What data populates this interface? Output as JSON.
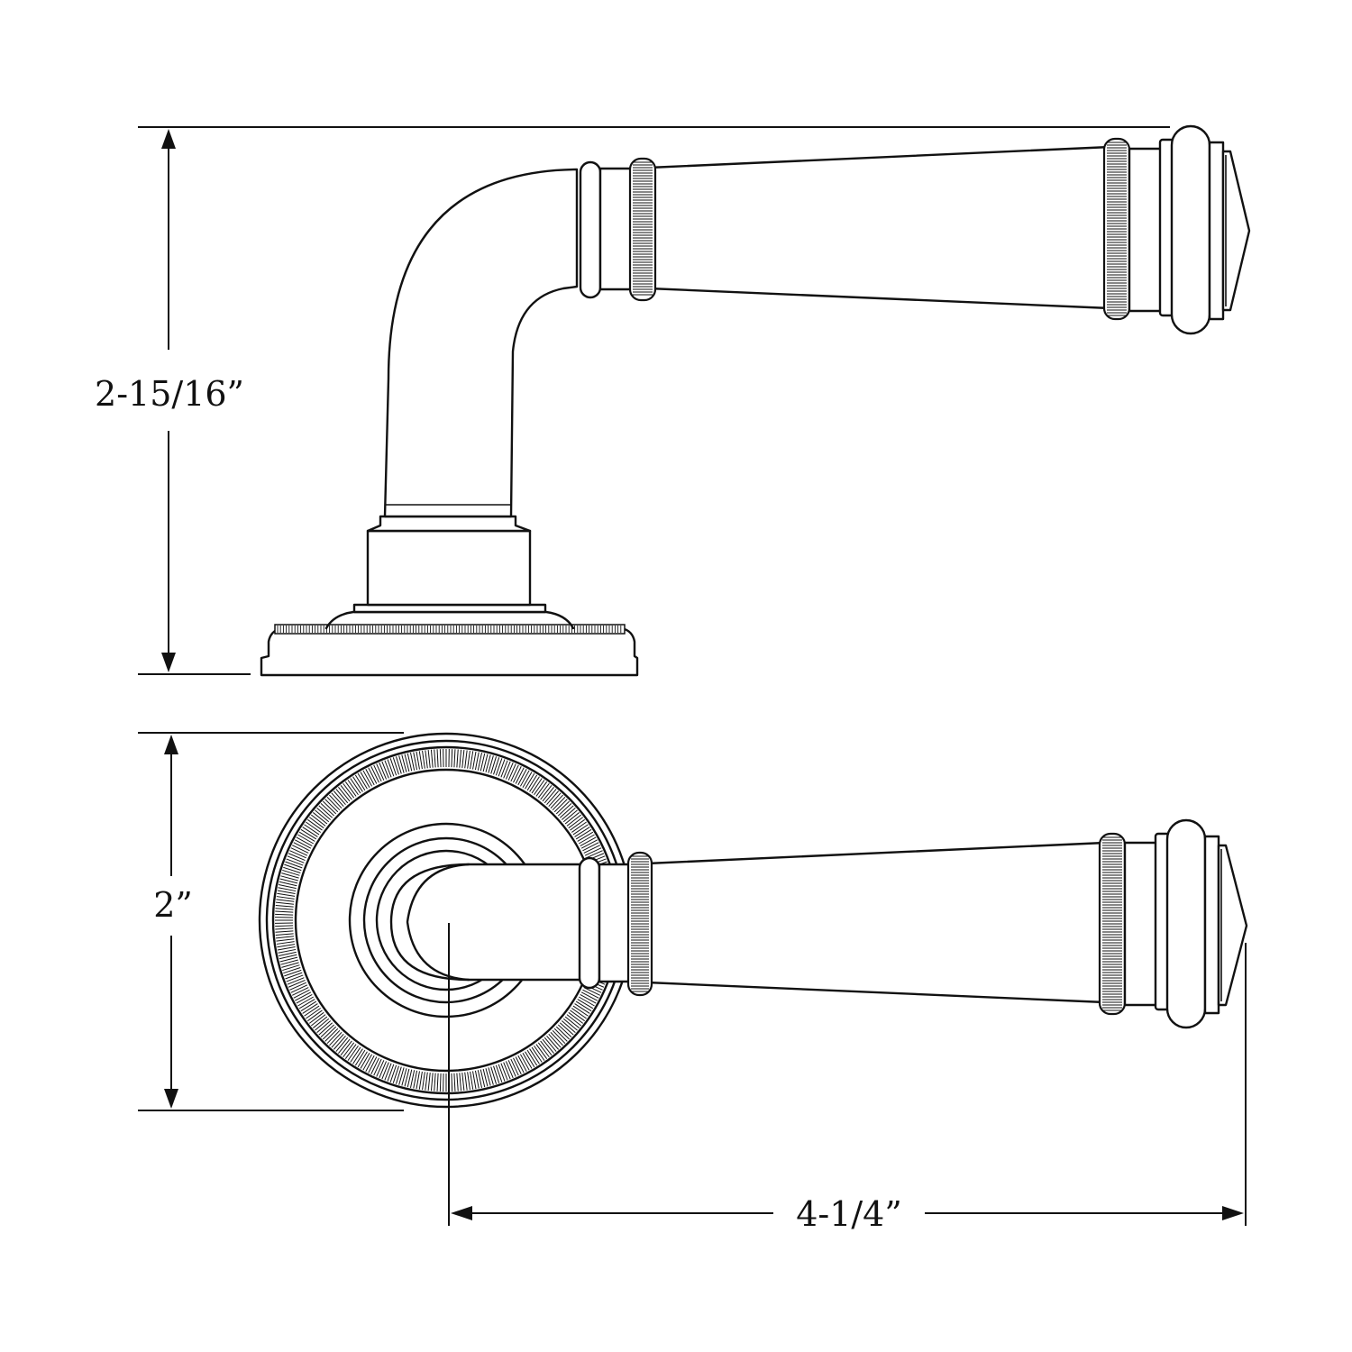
{
  "dimensions": {
    "height": "2-15/16”",
    "rose_diameter": "2”",
    "projection": "4-1/4”"
  },
  "colors": {
    "line": "#111111",
    "background": "#ffffff"
  }
}
